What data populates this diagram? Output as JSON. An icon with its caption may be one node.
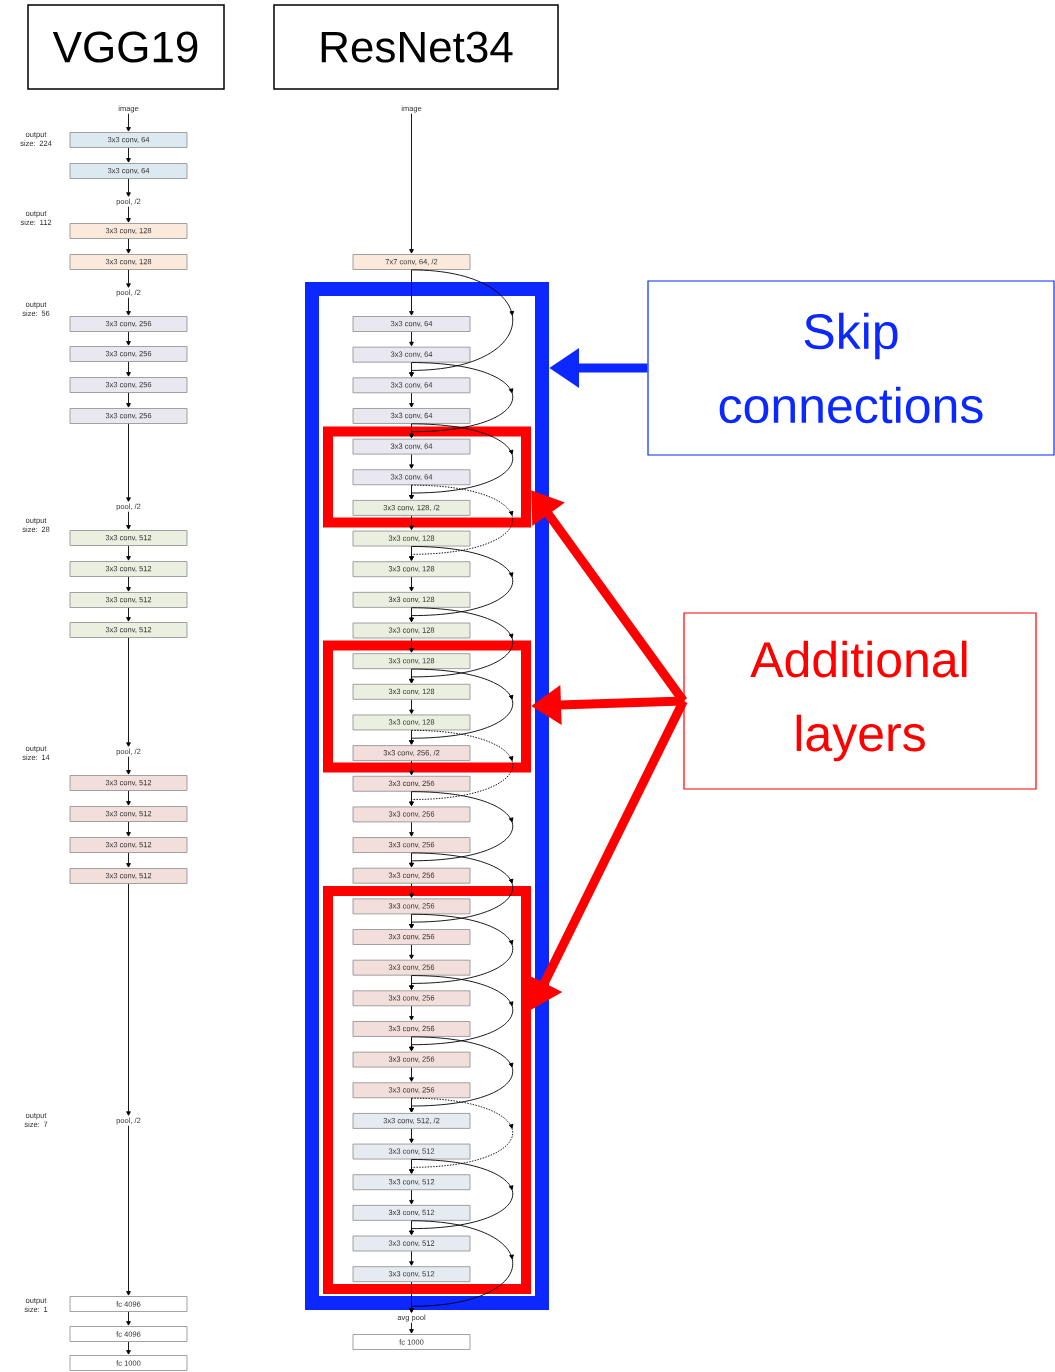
{
  "diagram": {
    "nodes": [
      {
        "text": [
          "VGG19"
        ]
      },
      {
        "text": [
          "ResNet34"
        ]
      },
      {
        "text": [
          "image"
        ]
      },
      {
        "text": [
          "3x3 conv, 64"
        ]
      },
      {
        "text": [
          "3x3 conv, 64"
        ]
      },
      {
        "text": [
          "pool, /2"
        ]
      },
      {
        "text": [
          "3x3 conv, 128"
        ]
      },
      {
        "text": [
          "3x3 conv, 128"
        ]
      },
      {
        "text": [
          "pool, /2"
        ]
      },
      {
        "text": [
          "3x3 conv, 256"
        ]
      },
      {
        "text": [
          "3x3 conv, 256"
        ]
      },
      {
        "text": [
          "3x3 conv, 256"
        ]
      },
      {
        "text": [
          "3x3 conv, 256"
        ]
      },
      {
        "text": [
          "pool, /2"
        ]
      },
      {
        "text": [
          "3x3 conv, 512"
        ]
      },
      {
        "text": [
          "3x3 conv, 512"
        ]
      },
      {
        "text": [
          "3x3 conv, 512"
        ]
      },
      {
        "text": [
          "3x3 conv, 512"
        ]
      },
      {
        "text": [
          "pool, /2"
        ]
      },
      {
        "text": [
          "3x3 conv, 512"
        ]
      },
      {
        "text": [
          "3x3 conv, 512"
        ]
      },
      {
        "text": [
          "3x3 conv, 512"
        ]
      },
      {
        "text": [
          "3x3 conv, 512"
        ]
      },
      {
        "text": [
          "pool, /2"
        ]
      },
      {
        "text": [
          "fc 4096"
        ]
      },
      {
        "text": [
          "fc 4096"
        ]
      },
      {
        "text": [
          "fc 1000"
        ]
      },
      {
        "text": [
          "image"
        ]
      },
      {
        "text": [
          "7x7 conv, 64, /2"
        ]
      },
      {
        "text": [],
        "shape": "box"
      },
      {
        "text": [
          "3x3 conv, 64"
        ],
        "in": 29
      },
      {
        "text": [
          "3x3 conv, 64"
        ],
        "in": 29
      },
      {
        "text": [
          "3x3 conv, 64"
        ],
        "in": 29
      },
      {
        "text": [
          "3x3 conv, 64"
        ],
        "in": 29
      },
      {
        "text": [],
        "shape": "box",
        "in": 29
      },
      {
        "text": [
          "3x3 conv, 64"
        ],
        "in": 34
      },
      {
        "text": [
          "3x3 conv, 64"
        ],
        "in": 34
      },
      {
        "text": [
          "3x3 conv, 128, /2"
        ],
        "in": 34
      },
      {
        "text": [
          "3x3 conv, 128"
        ],
        "in": 29
      },
      {
        "text": [
          "3x3 conv, 128"
        ],
        "in": 29
      },
      {
        "text": [
          "3x3 conv, 128"
        ],
        "in": 29
      },
      {
        "text": [
          "3x3 conv, 128"
        ],
        "in": 29
      },
      {
        "text": [],
        "shape": "box",
        "in": 29
      },
      {
        "text": [
          "3x3 conv, 128"
        ],
        "in": 42
      },
      {
        "text": [
          "3x3 conv, 128"
        ],
        "in": 42
      },
      {
        "text": [
          "3x3 conv, 128"
        ],
        "in": 42
      },
      {
        "text": [
          "3x3 conv, 256, /2"
        ],
        "in": 42
      },
      {
        "text": [
          "3x3 conv, 256"
        ],
        "in": 29
      },
      {
        "text": [
          "3x3 conv, 256"
        ],
        "in": 29
      },
      {
        "text": [
          "3x3 conv, 256"
        ],
        "in": 29
      },
      {
        "text": [
          "3x3 conv, 256"
        ],
        "in": 29
      },
      {
        "text": [],
        "shape": "box",
        "in": 29
      },
      {
        "text": [
          "3x3 conv, 256"
        ],
        "in": 51
      },
      {
        "text": [
          "3x3 conv, 256"
        ],
        "in": 51
      },
      {
        "text": [
          "3x3 conv, 256"
        ],
        "in": 51
      },
      {
        "text": [
          "3x3 conv, 256"
        ],
        "in": 51
      },
      {
        "text": [
          "3x3 conv, 256"
        ],
        "in": 51
      },
      {
        "text": [
          "3x3 conv, 256"
        ],
        "in": 51
      },
      {
        "text": [
          "3x3 conv, 256"
        ],
        "in": 51
      },
      {
        "text": [
          "3x3 conv, 512, /2"
        ],
        "in": 51
      },
      {
        "text": [
          "3x3 conv, 512"
        ],
        "in": 51
      },
      {
        "text": [
          "3x3 conv, 512"
        ],
        "in": 51
      },
      {
        "text": [
          "3x3 conv, 512"
        ],
        "in": 51
      },
      {
        "text": [
          "3x3 conv, 512"
        ],
        "in": 51
      },
      {
        "text": [
          "3x3 conv, 512"
        ],
        "in": 51
      },
      {
        "text": [
          "avg pool"
        ]
      },
      {
        "text": [
          "fc 1000"
        ]
      },
      {
        "text": [
          "Skip connections"
        ]
      },
      {
        "text": [
          "Additional layers"
        ]
      }
    ],
    "edges": [
      {
        "from": 2,
        "to": 3,
        "arrow": "to"
      },
      {
        "from": 3,
        "to": 4,
        "arrow": "to"
      },
      {
        "from": 4,
        "to": 5,
        "arrow": "to"
      },
      {
        "from": 5,
        "to": 6,
        "arrow": "to"
      },
      {
        "from": 6,
        "to": 7,
        "arrow": "to"
      },
      {
        "from": 7,
        "to": 8,
        "arrow": "to"
      },
      {
        "from": 8,
        "to": 9,
        "arrow": "to"
      },
      {
        "from": 9,
        "to": 10,
        "arrow": "to"
      },
      {
        "from": 10,
        "to": 11,
        "arrow": "to"
      },
      {
        "from": 11,
        "to": 12,
        "arrow": "to"
      },
      {
        "from": 12,
        "to": 13,
        "arrow": "to"
      },
      {
        "from": 13,
        "to": 14,
        "arrow": "to"
      },
      {
        "from": 14,
        "to": 15,
        "arrow": "to"
      },
      {
        "from": 15,
        "to": 16,
        "arrow": "to"
      },
      {
        "from": 16,
        "to": 17,
        "arrow": "to"
      },
      {
        "from": 17,
        "to": 18,
        "arrow": "to"
      },
      {
        "from": 18,
        "to": 19,
        "arrow": "to"
      },
      {
        "from": 19,
        "to": 20,
        "arrow": "to"
      },
      {
        "from": 20,
        "to": 21,
        "arrow": "to"
      },
      {
        "from": 21,
        "to": 22,
        "arrow": "to"
      },
      {
        "from": 22,
        "to": 23,
        "arrow": "to"
      },
      {
        "from": 23,
        "to": 24,
        "arrow": "to"
      },
      {
        "from": 24,
        "to": 25,
        "arrow": "to"
      },
      {
        "from": 25,
        "to": 26,
        "arrow": "to"
      },
      {
        "from": 27,
        "to": 28,
        "arrow": "to"
      },
      {
        "from": 28,
        "to": 30,
        "arrow": "to"
      },
      {
        "from": 30,
        "to": 31,
        "arrow": "to"
      },
      {
        "from": 31,
        "to": 32,
        "arrow": "to"
      },
      {
        "from": 32,
        "to": 33,
        "arrow": "to"
      },
      {
        "from": 33,
        "to": 35,
        "arrow": "to"
      },
      {
        "from": 35,
        "to": 36,
        "arrow": "to"
      },
      {
        "from": 36,
        "to": 37,
        "arrow": "to"
      },
      {
        "from": 37,
        "to": 38,
        "arrow": "to"
      },
      {
        "from": 38,
        "to": 39,
        "arrow": "to"
      },
      {
        "from": 39,
        "to": 40,
        "arrow": "to"
      },
      {
        "from": 40,
        "to": 41,
        "arrow": "to"
      },
      {
        "from": 41,
        "to": 43,
        "arrow": "to"
      },
      {
        "from": 43,
        "to": 44,
        "arrow": "to"
      },
      {
        "from": 44,
        "to": 45,
        "arrow": "to"
      },
      {
        "from": 45,
        "to": 46,
        "arrow": "to"
      },
      {
        "from": 46,
        "to": 47,
        "arrow": "to"
      },
      {
        "from": 47,
        "to": 48,
        "arrow": "to"
      },
      {
        "from": 48,
        "to": 49,
        "arrow": "to"
      },
      {
        "from": 49,
        "to": 50,
        "arrow": "to"
      },
      {
        "from": 50,
        "to": 52,
        "arrow": "to"
      },
      {
        "from": 52,
        "to": 53,
        "arrow": "to"
      },
      {
        "from": 53,
        "to": 54,
        "arrow": "to"
      },
      {
        "from": 54,
        "to": 55,
        "arrow": "to"
      },
      {
        "from": 55,
        "to": 56,
        "arrow": "to"
      },
      {
        "from": 56,
        "to": 57,
        "arrow": "to"
      },
      {
        "from": 57,
        "to": 58,
        "arrow": "to"
      },
      {
        "from": 58,
        "to": 59,
        "arrow": "to"
      },
      {
        "from": 59,
        "to": 60,
        "arrow": "to"
      },
      {
        "from": 60,
        "to": 61,
        "arrow": "to"
      },
      {
        "from": 61,
        "to": 62,
        "arrow": "to"
      },
      {
        "from": 62,
        "to": 63,
        "arrow": "to"
      },
      {
        "from": 63,
        "to": 64,
        "arrow": "to"
      },
      {
        "from": 64,
        "to": 65,
        "arrow": "to"
      },
      {
        "from": 65,
        "to": 66,
        "arrow": "to"
      },
      {
        "from": 28,
        "to": 32,
        "arrow": "to"
      },
      {
        "from": 31,
        "to": 35,
        "arrow": "to"
      },
      {
        "from": 33,
        "to": 37,
        "arrow": "to"
      },
      {
        "from": 36,
        "to": 39,
        "arrow": "to",
        "style": "dashed"
      },
      {
        "from": 38,
        "to": 41,
        "arrow": "to"
      },
      {
        "from": 40,
        "to": 44,
        "arrow": "to"
      },
      {
        "from": 43,
        "to": 46,
        "arrow": "to"
      },
      {
        "from": 45,
        "to": 48,
        "arrow": "to",
        "style": "dashed"
      },
      {
        "from": 47,
        "to": 50,
        "arrow": "to"
      },
      {
        "from": 49,
        "to": 53,
        "arrow": "to"
      },
      {
        "from": 52,
        "to": 55,
        "arrow": "to"
      },
      {
        "from": 54,
        "to": 57,
        "arrow": "to"
      },
      {
        "from": 56,
        "to": 59,
        "arrow": "to"
      },
      {
        "from": 58,
        "to": 61,
        "arrow": "to",
        "style": "dashed"
      },
      {
        "from": 60,
        "to": 63,
        "arrow": "to"
      },
      {
        "from": 62,
        "to": 65,
        "arrow": "to"
      },
      {
        "from": 67,
        "to": 29,
        "arrow": "to",
        "style": "thick",
        "color": "#0a28ff"
      },
      {
        "from": 68,
        "to": 34,
        "arrow": "to",
        "style": "thick",
        "color": "#ff0000"
      },
      {
        "from": 68,
        "to": 42,
        "arrow": "to",
        "style": "thick",
        "color": "#ff0000"
      },
      {
        "from": 68,
        "to": 51,
        "arrow": "to",
        "style": "thick",
        "color": "#ff0000"
      }
    ],
    "labels": [
      "output size: 224",
      "output size: 112",
      "output size: 56",
      "output size: 28",
      "output size: 14",
      "output size: 7",
      "output size: 1"
    ]
  }
}
